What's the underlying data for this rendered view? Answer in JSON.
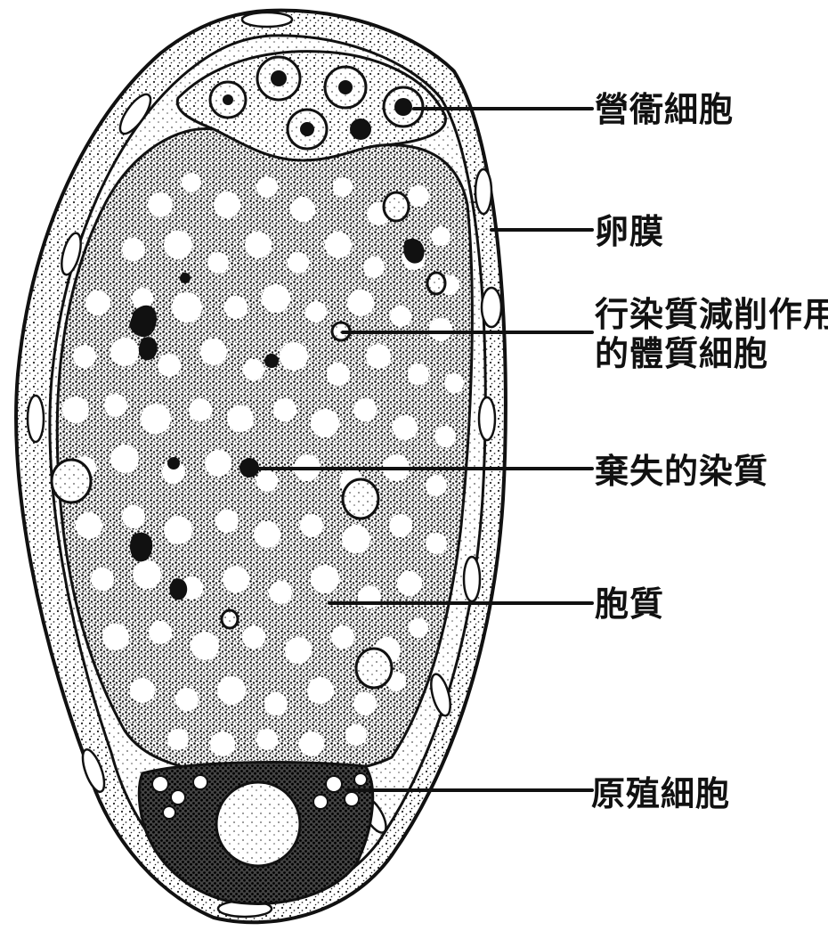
{
  "labels": [
    "營衞細胞",
    "卵膜",
    "行染質減削作用",
    "的體質細胞",
    "棄失的染質",
    "胞質",
    "原殖細胞"
  ],
  "colors": {
    "ink": "#111111",
    "paper": "#ffffff",
    "stipple": "#2b2b2b"
  }
}
